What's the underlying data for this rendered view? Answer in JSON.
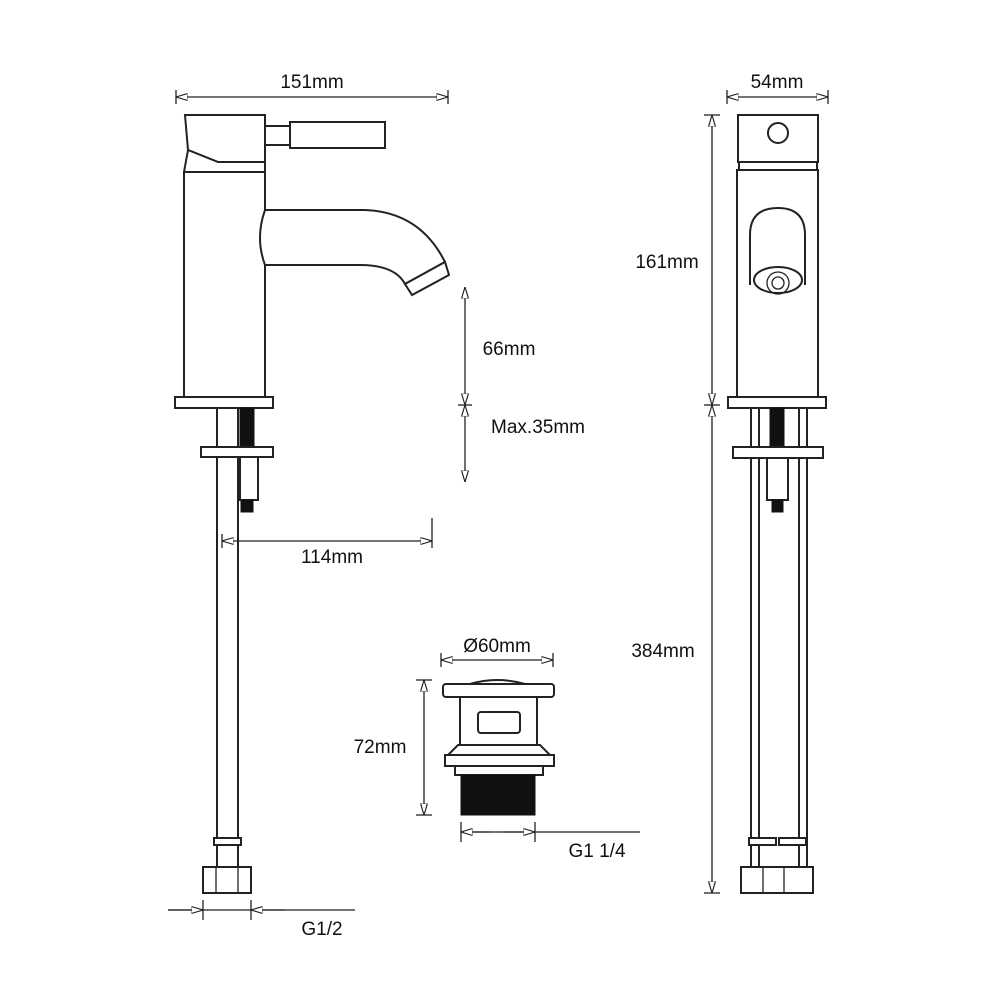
{
  "title": "Basin mixer tap technical dimensions",
  "side_view": {
    "overall_width": "151mm",
    "spout_height": "66mm",
    "max_deck_thickness": "Max.35mm",
    "spout_reach": "114mm",
    "inlet_connection": "G1/2"
  },
  "front_view": {
    "width": "54mm",
    "body_height": "161mm",
    "hose_length": "384mm"
  },
  "waste": {
    "diameter": "Ø60mm",
    "height": "72mm",
    "thread": "G1 1/4"
  }
}
